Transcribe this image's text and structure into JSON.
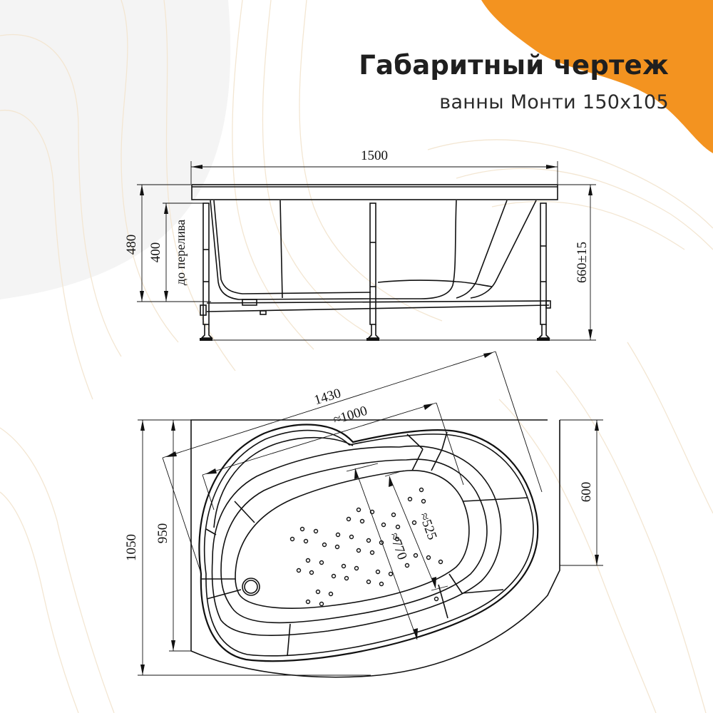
{
  "header": {
    "title": "Габаритный чертеж",
    "subtitle": "ванны Монти 150х105"
  },
  "colors": {
    "accent_orange": "#F39320",
    "background": "#FFFFFF",
    "background_blob": "#F4F4F4",
    "line": "#111111",
    "title_text": "#1F1F1F"
  },
  "side_view": {
    "dimensions": {
      "overall_length": "1500",
      "rim_height": "480",
      "overflow_height": "400",
      "overflow_label": "до перелива",
      "total_height": "660±15"
    }
  },
  "top_view": {
    "dimensions": {
      "diagonal_outer": "1430",
      "diagonal_inner": "≈1000",
      "overall_width": "1050",
      "inner_width": "950",
      "right_side_depth": "600",
      "bowl_length": "≈770",
      "bowl_width": "≈525"
    }
  }
}
